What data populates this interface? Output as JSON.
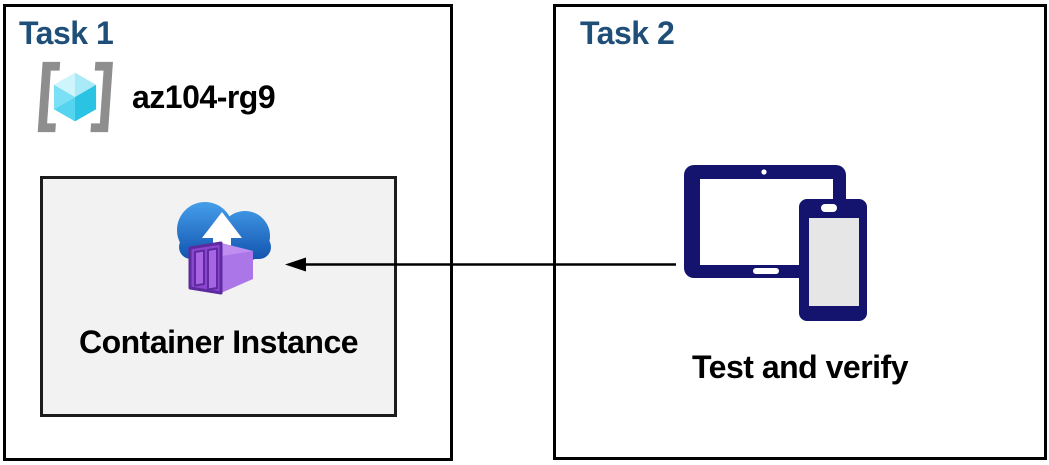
{
  "task1": {
    "title": "Task 1",
    "resource_group_name": "az104-rg9",
    "container_label": "Container Instance"
  },
  "task2": {
    "title": "Task 2",
    "label": "Test and verify"
  },
  "arrow": {
    "from": "task2-devices",
    "to": "container-instance",
    "direction": "left"
  },
  "icons": {
    "resource_group": "resource-group-icon",
    "container_instance": "container-instance-icon",
    "devices": "devices-icon"
  },
  "colors": {
    "title_text": "#1F4E79",
    "body_text": "#000000",
    "panel_border": "#000000",
    "inner_box_bg": "#F2F2F2",
    "inner_box_border": "#1C1C1C",
    "arrow": "#000000",
    "device_navy": "#14146E",
    "phone_screen": "#E6E6E6",
    "cloud_blue_top": "#47A0EC",
    "cloud_blue_bottom": "#1153AE",
    "container_purple_front": "#8B45CF",
    "container_purple_slat": "#A765E5",
    "container_purple_side": "#AB76E8",
    "container_purple_top": "#BE8EF0",
    "container_purple_outline": "#5E2AA0",
    "cube_cyan_lightest": "#CFF5FC",
    "cube_cyan_light": "#A9EAF8",
    "cube_cyan_mid1": "#7BE0F5",
    "cube_cyan_mid2": "#55D4F0",
    "cube_cyan_dark": "#2BC3E3",
    "bracket_gray": "#8E8E8E"
  }
}
